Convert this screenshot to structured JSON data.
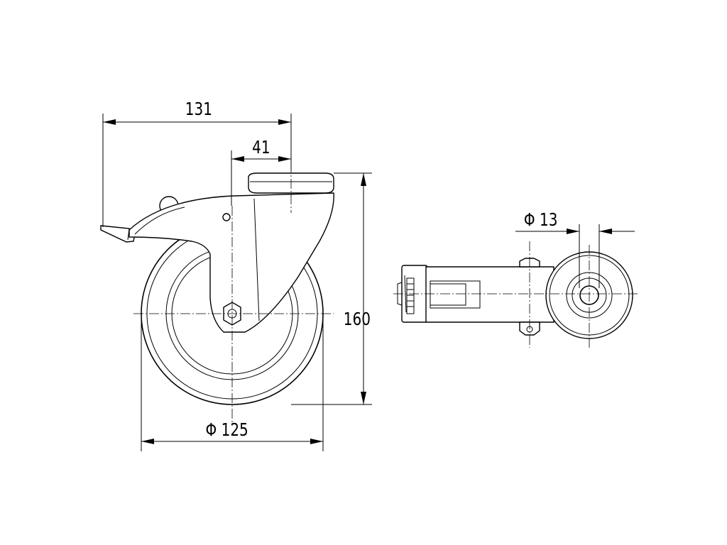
{
  "dimensions": {
    "overall_width": "131",
    "offset": "41",
    "height": "160",
    "wheel_diameter": "Φ 125",
    "bolt_hole_diameter": "Φ 13"
  }
}
